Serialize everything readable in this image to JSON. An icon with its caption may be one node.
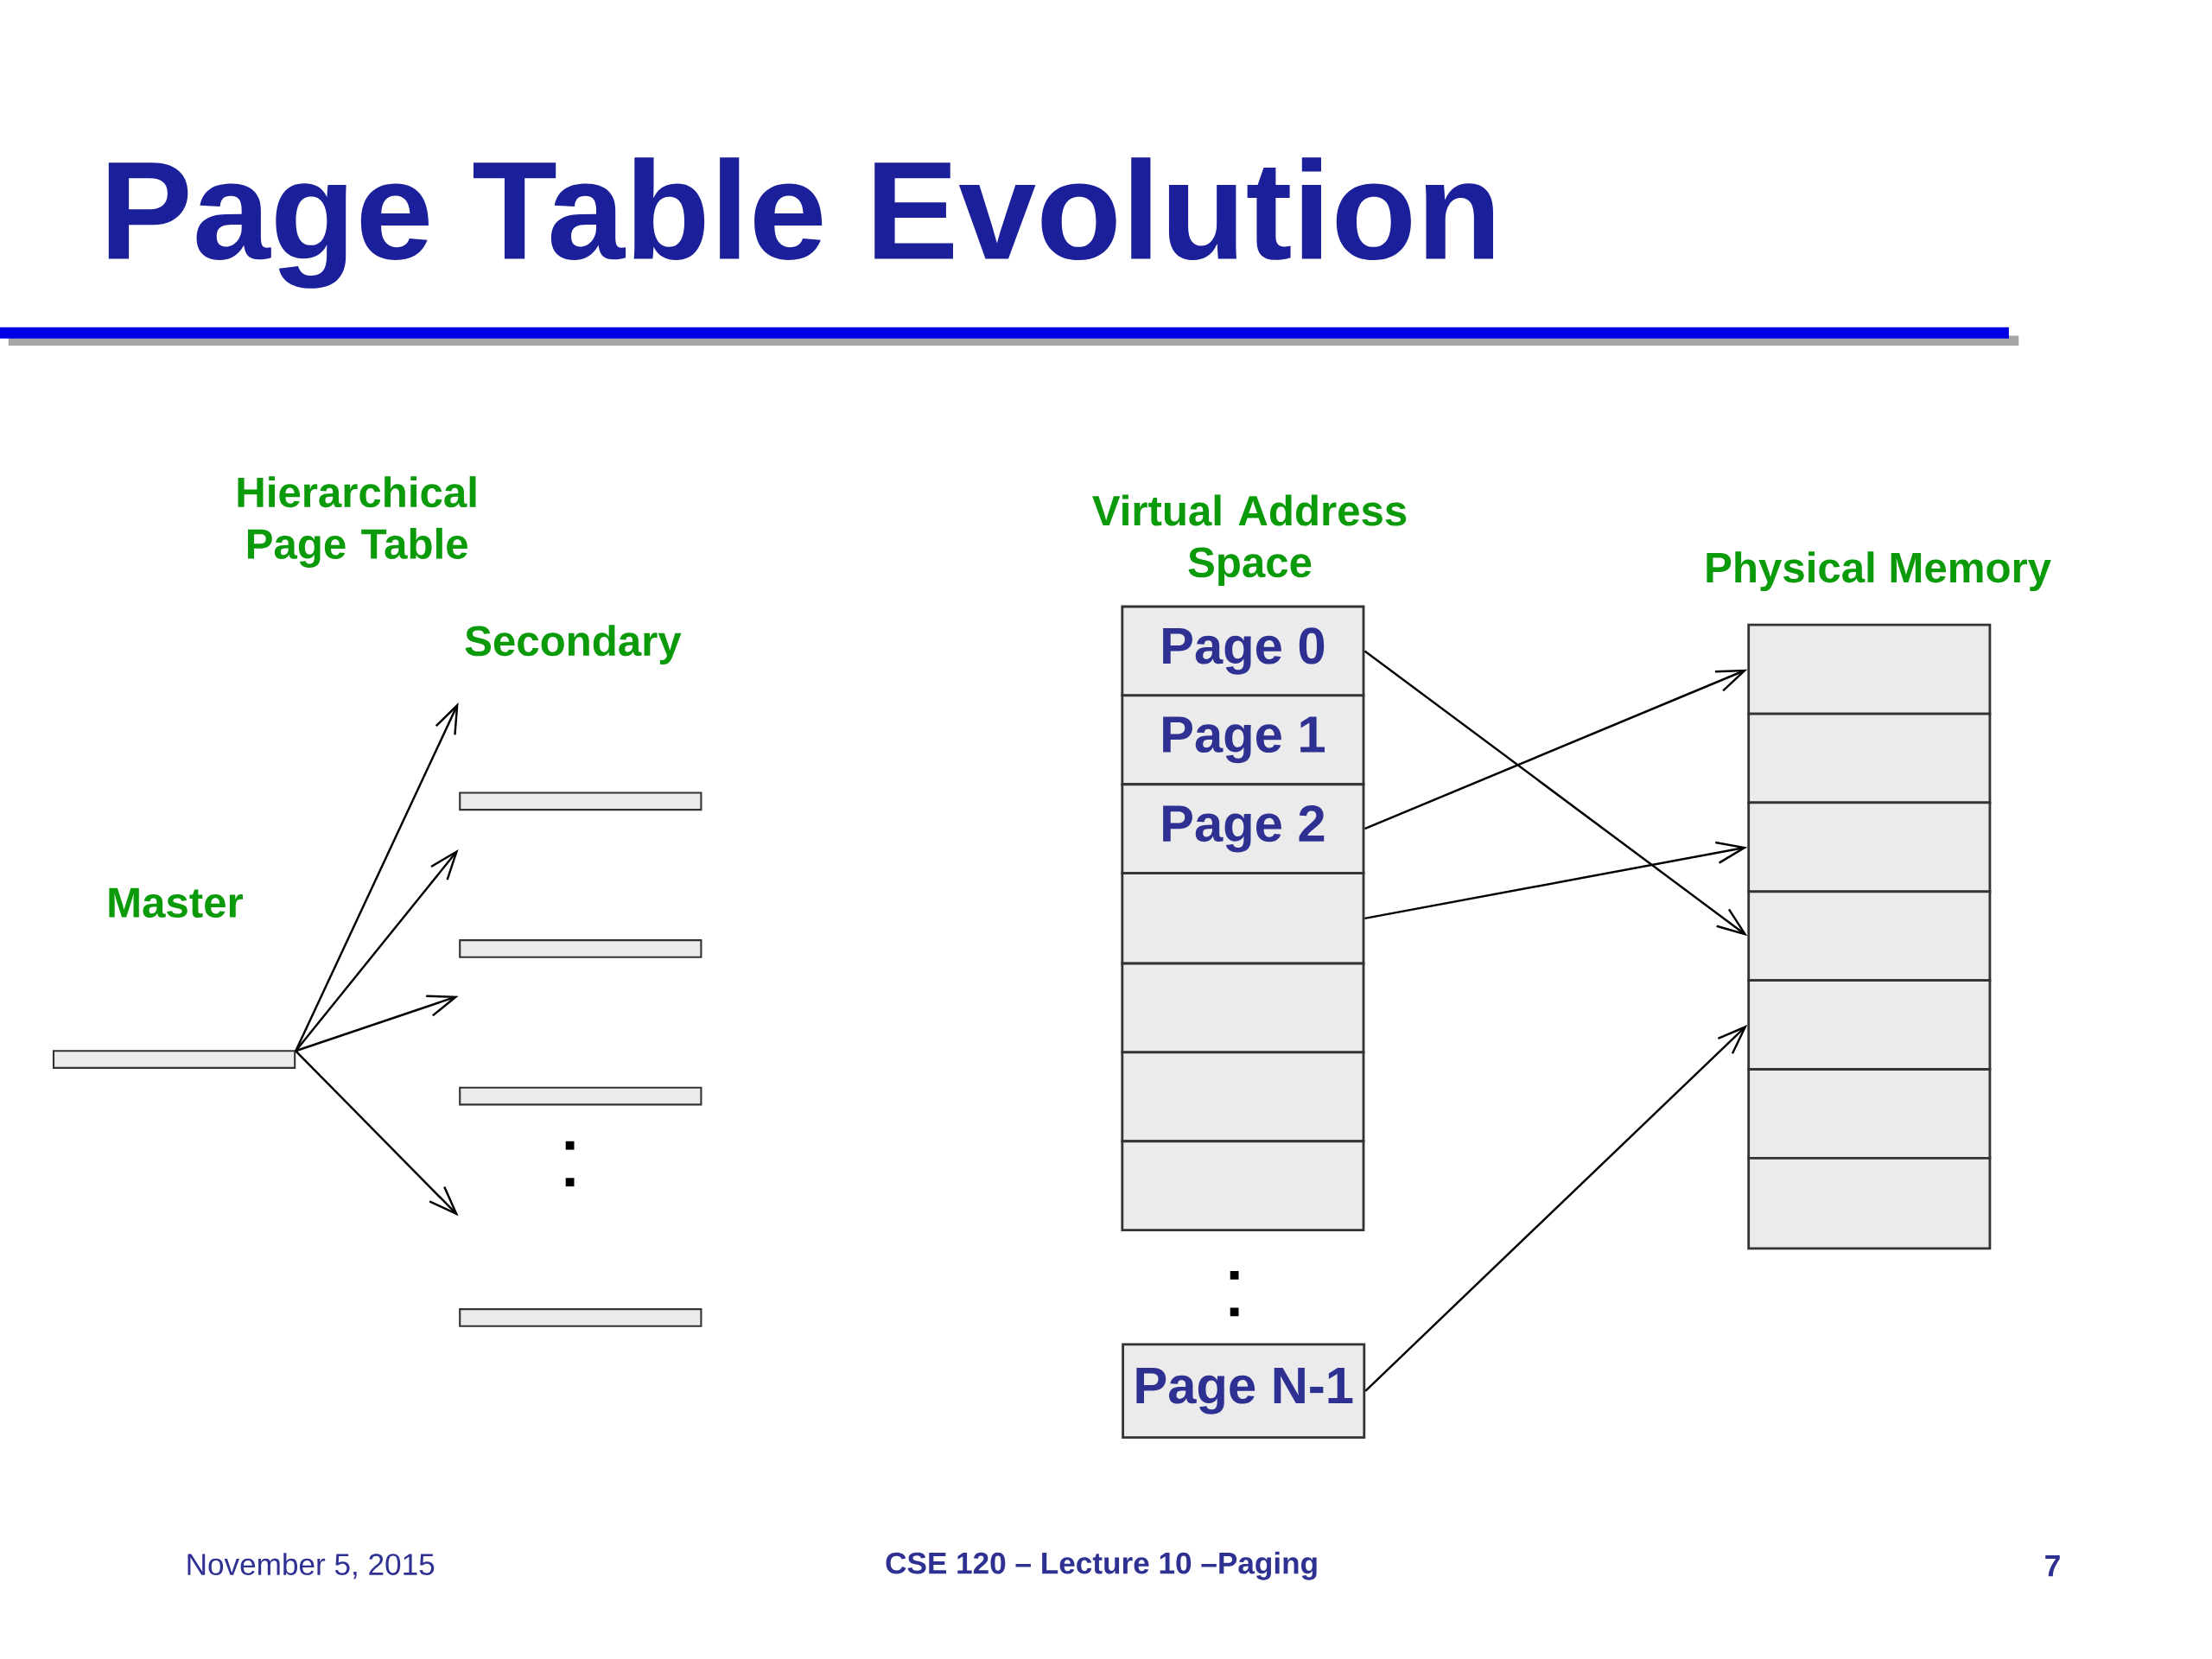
{
  "diagram": {
    "title": "Page Table Evolution",
    "nodes": [
      {
        "text": [],
        "shape": "bar",
        "beside": [
          "Master"
        ]
      },
      {
        "text": [],
        "shape": "bar"
      },
      {
        "text": [],
        "shape": "bar"
      },
      {
        "text": [],
        "shape": "bar"
      },
      {
        "text": [],
        "shape": "bar"
      },
      {
        "text": [
          "Page 0"
        ]
      },
      {
        "text": [
          "Page 1"
        ]
      },
      {
        "text": [
          "Page 2"
        ]
      },
      {
        "text": [],
        "shape": "box"
      },
      {
        "text": [],
        "shape": "box"
      },
      {
        "text": [],
        "shape": "box"
      },
      {
        "text": [],
        "shape": "box"
      },
      {
        "text": [
          "Page N-1"
        ]
      },
      {
        "text": [],
        "shape": "box"
      },
      {
        "text": [],
        "shape": "box"
      },
      {
        "text": [],
        "shape": "box"
      },
      {
        "text": [],
        "shape": "box"
      },
      {
        "text": [],
        "shape": "box"
      },
      {
        "text": [],
        "shape": "box"
      },
      {
        "text": [],
        "shape": "box"
      }
    ],
    "edges": [
      {
        "from": 0,
        "to": null,
        "arrow": "to"
      },
      {
        "from": 0,
        "to": null,
        "arrow": "to"
      },
      {
        "from": 0,
        "to": null,
        "arrow": "to"
      },
      {
        "from": 0,
        "to": null,
        "arrow": "to"
      },
      {
        "from": 5,
        "to": 16,
        "arrow": "to"
      },
      {
        "from": 7,
        "to": 13,
        "arrow": "to"
      },
      {
        "from": 8,
        "to": 15,
        "arrow": "to"
      },
      {
        "from": 12,
        "to": 17,
        "arrow": "to"
      }
    ],
    "labels": [
      "Hierarchical Page Table",
      "Secondary",
      "Virtual Address Space",
      "Physical Memory",
      "November 5, 2015",
      "CSE 120 – Lecture 10 –Paging",
      "7"
    ]
  }
}
